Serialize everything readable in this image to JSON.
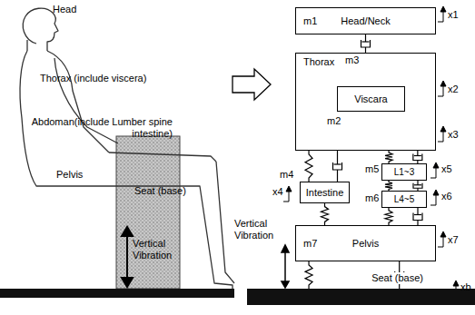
{
  "diagram": {
    "nodes": [
      {
        "text": [
          "m1",
          "Head/Neck"
        ]
      },
      {
        "text": [
          "Thorax"
        ]
      },
      {
        "text": [
          "Viscara"
        ],
        "in": 1
      },
      {
        "text": [
          "Intestine"
        ]
      },
      {
        "text": [
          "L1~3"
        ]
      },
      {
        "text": [
          "L4~5"
        ]
      },
      {
        "text": [
          "m7",
          "Pelvis"
        ]
      },
      {
        "text": [
          "Seat (base)"
        ]
      }
    ],
    "edges": [
      {
        "from": 0,
        "to": 1,
        "arrow": "none"
      },
      {
        "from": 1,
        "to": 2,
        "arrow": "none"
      },
      {
        "from": 2,
        "to": 1,
        "arrow": "none"
      },
      {
        "from": 1,
        "to": 3,
        "arrow": "none"
      },
      {
        "from": 1,
        "to": 4,
        "arrow": "none"
      },
      {
        "from": 4,
        "to": 5,
        "arrow": "none"
      },
      {
        "from": 5,
        "to": 6,
        "arrow": "none"
      },
      {
        "from": 3,
        "to": 6,
        "arrow": "none"
      },
      {
        "from": 6,
        "to": 7,
        "arrow": "none"
      }
    ],
    "labels": [
      "Head",
      "Thorax (include viscera)",
      "Abdoman(include Lumber spine intestine)",
      "Pelvis",
      "Seat (base)",
      "Vertical Vibration",
      "x1",
      "m3",
      "x2",
      "m2",
      "x3",
      "x4",
      "m4",
      "m5",
      "x5",
      "m6",
      "x6",
      "Vertical Vibration",
      "x7",
      "xb"
    ]
  }
}
